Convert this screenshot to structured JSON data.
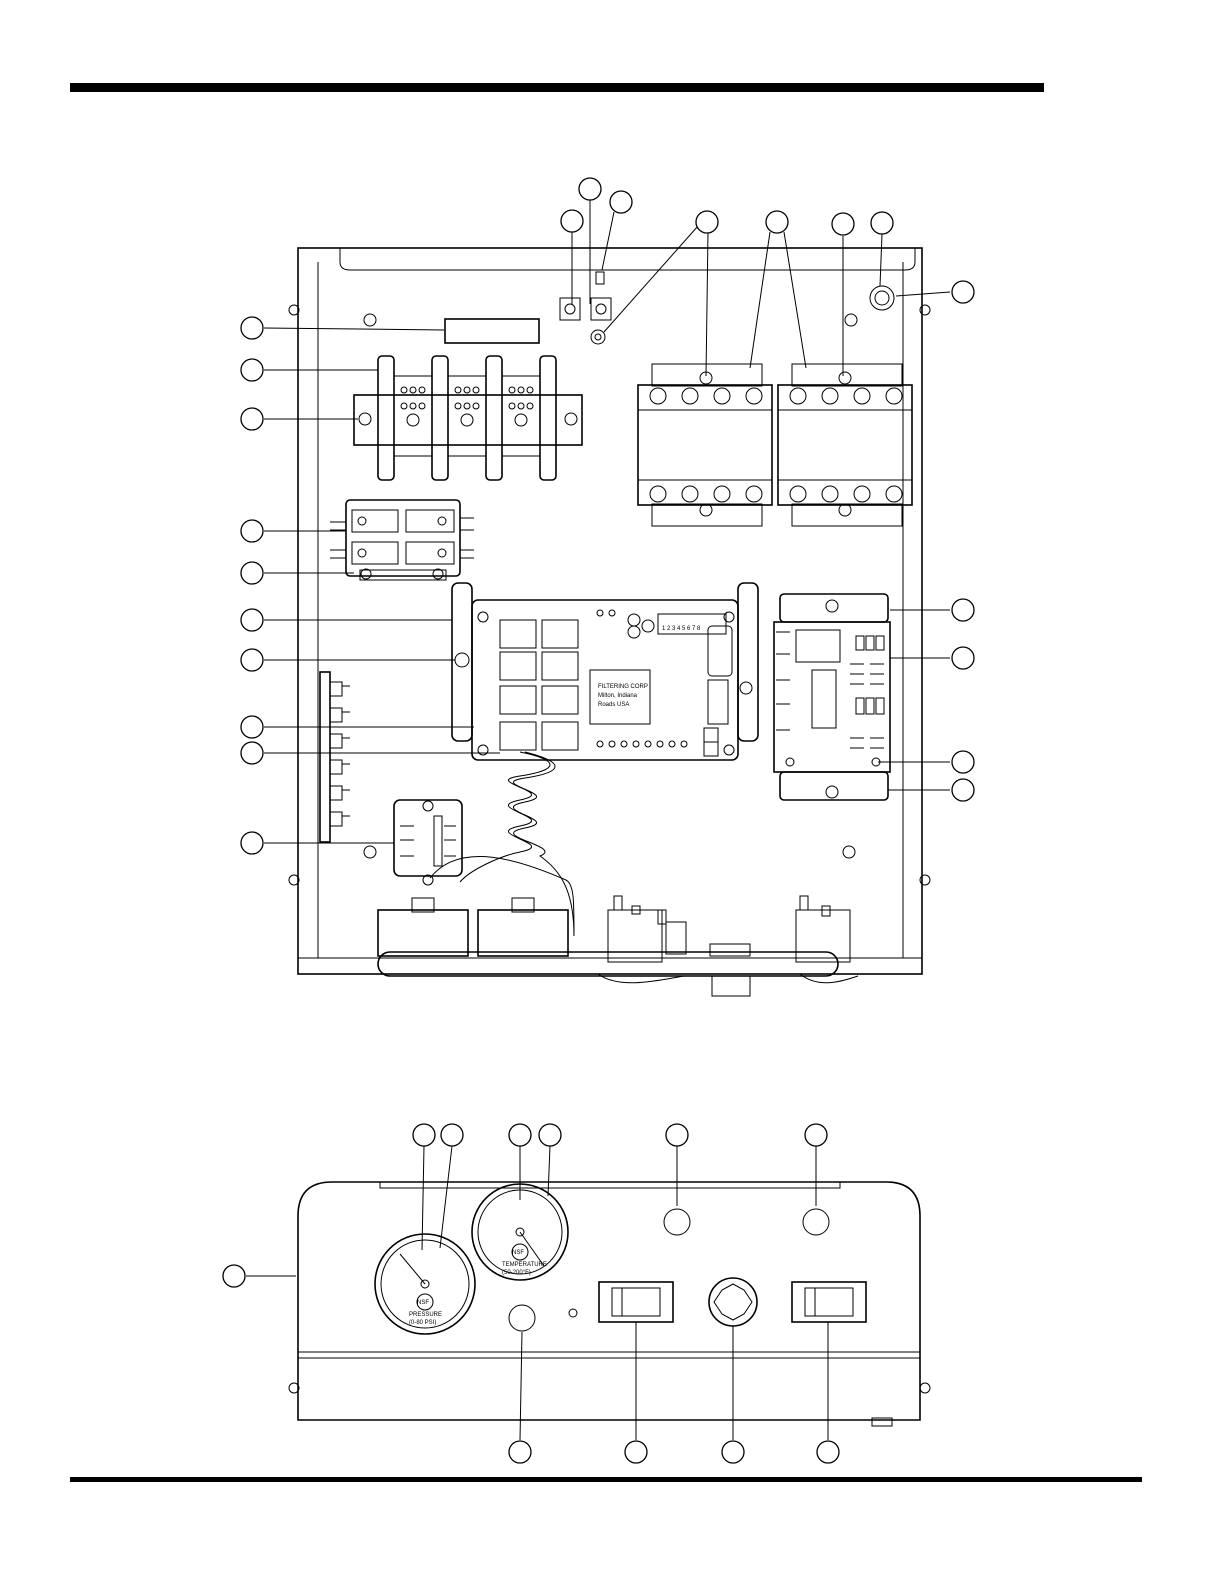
{
  "figure": {
    "board_label_line1": "FILTERING CORP",
    "board_label_line2": "Milton, Indiana",
    "board_label_line3": "Roads USA",
    "dip_switch_numbers": "1 2 3 4 5 6 7 8",
    "gauge_left_brand": "NSF",
    "gauge_left_label": "PRESSURE",
    "gauge_left_range": "(0-80 PSI)",
    "gauge_right_brand": "NSF",
    "gauge_right_label": "TEMPERATURE",
    "gauge_right_range": "(50-200°F)"
  }
}
